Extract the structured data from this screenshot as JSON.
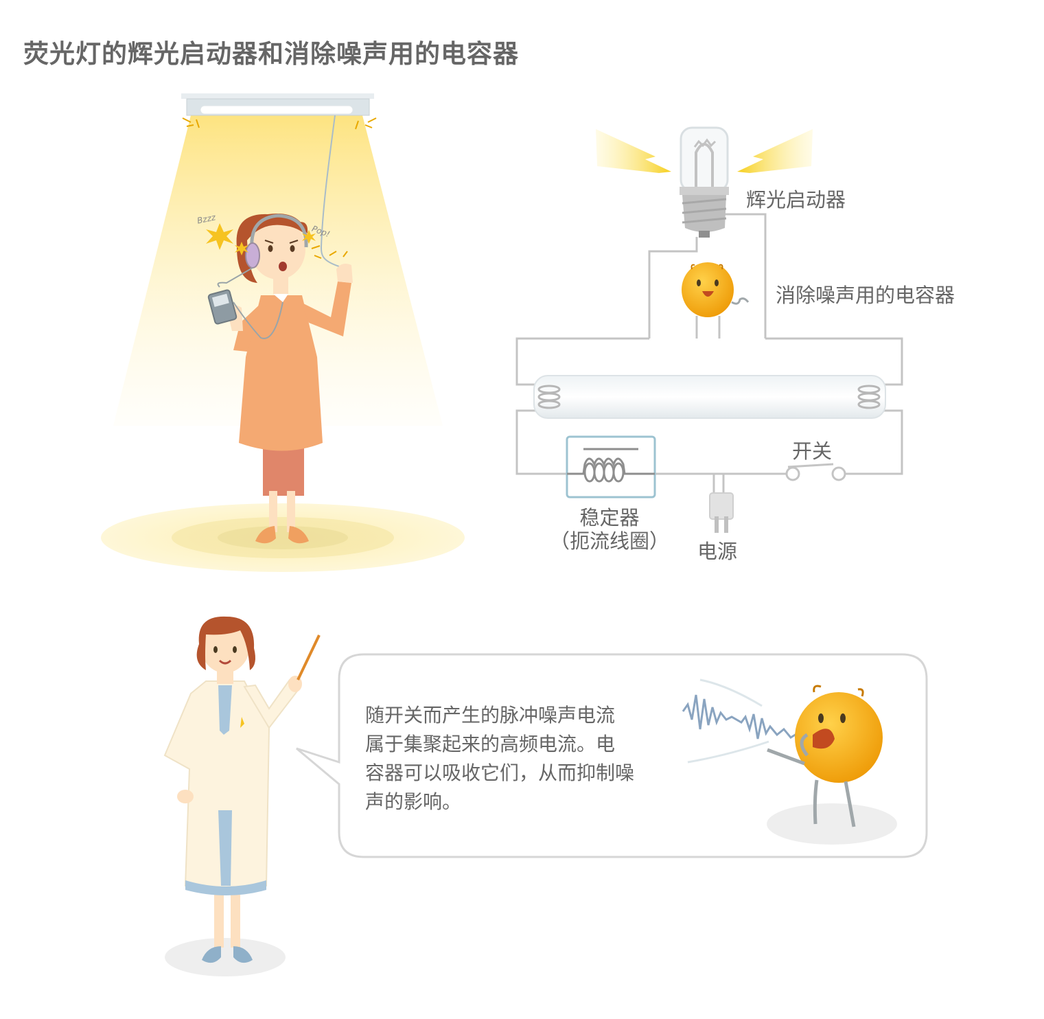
{
  "title": "荧光灯的辉光启动器和消除噪声用的电容器",
  "labels": {
    "glow_starter": "辉光启动器",
    "noise_capacitor": "消除噪声用的电容器",
    "switch": "开关",
    "ballast": "稳定器",
    "ballast_sub": "（扼流线圈）",
    "power": "电源"
  },
  "sound_effects": {
    "buzz": "Bzzz",
    "pop": "Pop!"
  },
  "explanation_lines": [
    "随开关而产生的脉冲噪声电流",
    "属于集聚起来的高频电流。电",
    "容器可以吸收它们，从而抑制噪",
    "声的影响。"
  ],
  "colors": {
    "title_text": "#666666",
    "circuit_line": "#c4c4c4",
    "capacitor_orange": "#f2a30f",
    "light_yellow": "#fde88e",
    "dress_orange": "#f4a972",
    "ballast_border": "#9dc3d1",
    "bubble_border": "#d6d6d6"
  }
}
